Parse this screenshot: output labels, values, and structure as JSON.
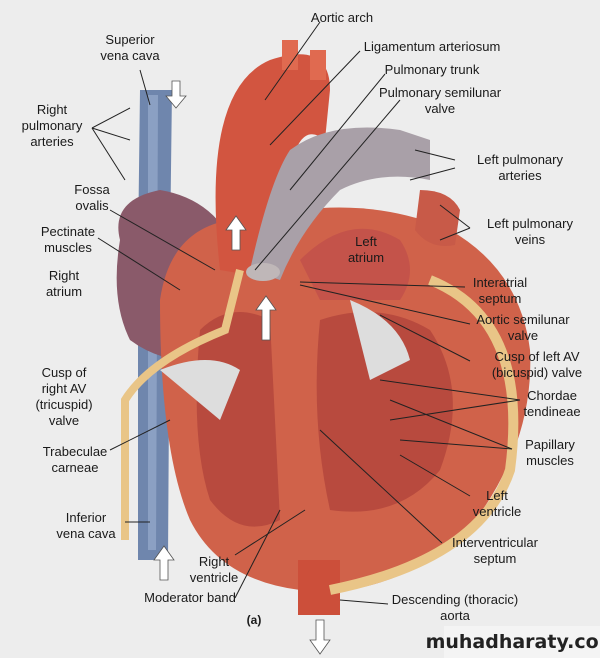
{
  "figure": {
    "panel_label": "(a)",
    "watermark": "muhadharaty.com",
    "labels": [
      {
        "id": "aortic-arch",
        "lines": [
          "Aortic arch"
        ]
      },
      {
        "id": "ligamentum-arteriosum",
        "lines": [
          "Ligamentum arteriosum"
        ]
      },
      {
        "id": "pulmonary-trunk",
        "lines": [
          "Pulmonary trunk"
        ]
      },
      {
        "id": "pulmonary-semilunar-valve",
        "lines": [
          "Pulmonary semilunar",
          "valve"
        ]
      },
      {
        "id": "superior-vena-cava",
        "lines": [
          "Superior",
          "vena cava"
        ]
      },
      {
        "id": "right-pulmonary-arteries",
        "lines": [
          "Right",
          "pulmonary",
          "arteries"
        ]
      },
      {
        "id": "left-pulmonary-arteries",
        "lines": [
          "Left pulmonary",
          "arteries"
        ]
      },
      {
        "id": "fossa-ovalis",
        "lines": [
          "Fossa",
          "ovalis"
        ]
      },
      {
        "id": "left-pulmonary-veins",
        "lines": [
          "Left pulmonary",
          "veins"
        ]
      },
      {
        "id": "pectinate-muscles",
        "lines": [
          "Pectinate",
          "muscles"
        ]
      },
      {
        "id": "left-atrium",
        "lines": [
          "Left",
          "atrium"
        ]
      },
      {
        "id": "right-atrium",
        "lines": [
          "Right",
          "atrium"
        ]
      },
      {
        "id": "interatrial-septum",
        "lines": [
          "Interatrial",
          "septum"
        ]
      },
      {
        "id": "aortic-semilunar-valve",
        "lines": [
          "Aortic semilunar",
          "valve"
        ]
      },
      {
        "id": "cusp-left-av",
        "lines": [
          "Cusp of left AV",
          "(bicuspid) valve"
        ]
      },
      {
        "id": "cusp-right-av",
        "lines": [
          "Cusp of",
          "right AV",
          "(tricuspid)",
          "valve"
        ]
      },
      {
        "id": "chordae-tendineae",
        "lines": [
          "Chordae",
          "tendineae"
        ]
      },
      {
        "id": "trabeculae-carneae",
        "lines": [
          "Trabeculae",
          "carneae"
        ]
      },
      {
        "id": "papillary-muscles",
        "lines": [
          "Papillary",
          "muscles"
        ]
      },
      {
        "id": "left-ventricle",
        "lines": [
          "Left",
          "ventricle"
        ]
      },
      {
        "id": "inferior-vena-cava",
        "lines": [
          "Inferior",
          "vena cava"
        ]
      },
      {
        "id": "interventricular-septum",
        "lines": [
          "Interventricular",
          "septum"
        ]
      },
      {
        "id": "right-ventricle",
        "lines": [
          "Right",
          "ventricle"
        ]
      },
      {
        "id": "moderator-band",
        "lines": [
          "Moderator band"
        ]
      },
      {
        "id": "descending-aorta",
        "lines": [
          "Descending (thoracic)",
          "aorta"
        ]
      }
    ]
  }
}
